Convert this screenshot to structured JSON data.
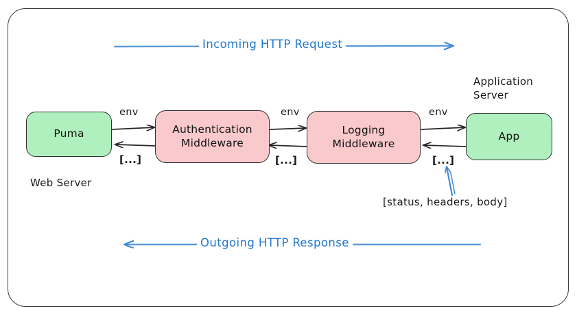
{
  "diagram": {
    "title_flows": {
      "incoming": "Incoming HTTP Request",
      "outgoing": "Outgoing HTTP Response"
    },
    "nodes": [
      {
        "id": "puma",
        "label": "Puma",
        "color": "#b0f0be"
      },
      {
        "id": "auth",
        "label": "Authentication\nMiddleware",
        "color": "#f9c9cb"
      },
      {
        "id": "logging",
        "label": "Logging\nMiddleware",
        "color": "#f9c9cb"
      },
      {
        "id": "app",
        "label": "App",
        "color": "#b0f0be"
      }
    ],
    "group_labels": {
      "web_server": "Web Server",
      "application_server": "Application\nServer"
    },
    "edge_labels": {
      "env_1": "env",
      "ret_1": "[...]",
      "env_2": "env",
      "ret_2": "[...]",
      "env_3": "env",
      "ret_3": "[...]"
    },
    "annotation": {
      "text": "[status, headers, body]",
      "color": "#2277cc"
    },
    "colors": {
      "green": "#b0f0be",
      "pink": "#f9c9cb",
      "stroke": "#333333",
      "blue": "#2277cc",
      "frame": "#3a3a3a",
      "background": "#ffffff"
    }
  }
}
